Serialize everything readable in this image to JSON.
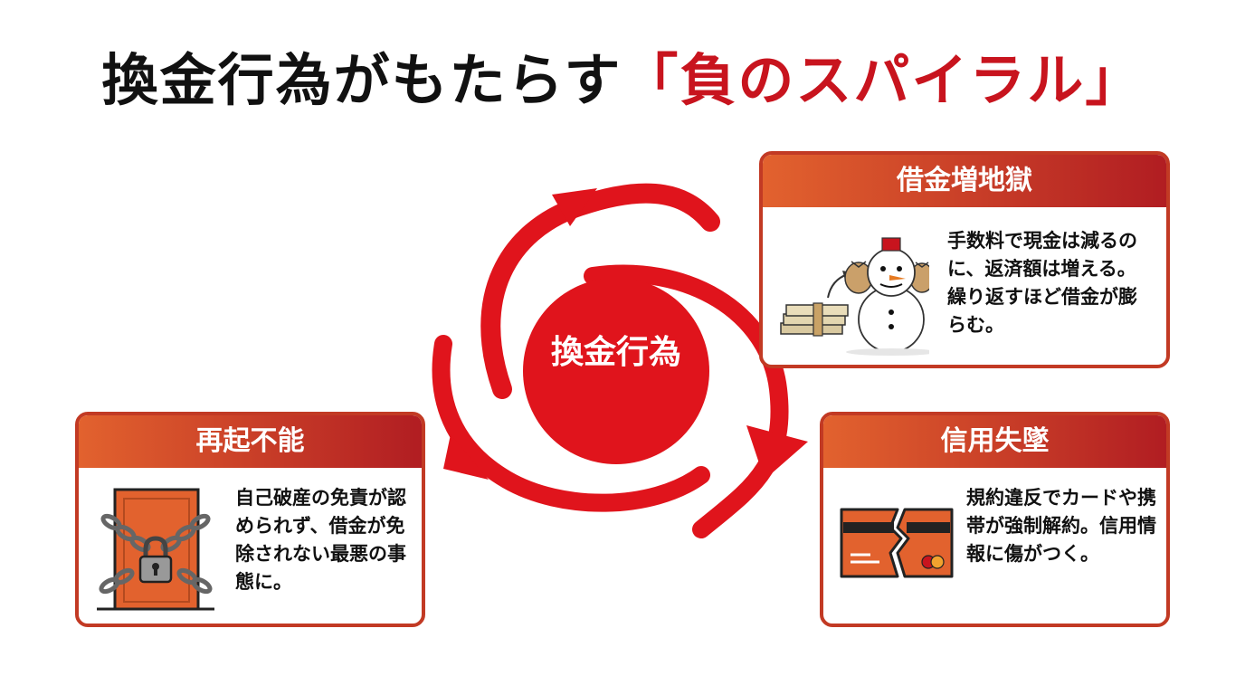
{
  "title": {
    "main": "換金行為がもたらす",
    "highlight": "「負のスパイラル」"
  },
  "center": {
    "label": "換金行為"
  },
  "cards": {
    "debt": {
      "heading": "借金増地獄",
      "text": "手数料で現金は減るのに、返済額は増える。繰り返すほど借金が膨らむ。",
      "icon": "snowball-debt-icon"
    },
    "credit": {
      "heading": "信用失墜",
      "text": "規約違反でカードや携帯が強制解約。信用情報に傷がつく。",
      "icon": "broken-credit-card-icon"
    },
    "ruin": {
      "heading": "再起不能",
      "text": "自己破産の免責が認められず、借金が免除されない最悪の事態に。",
      "icon": "chained-door-icon"
    }
  },
  "colors": {
    "accent_red": "#c8141e",
    "header_gradient_start": "#e2622e",
    "header_gradient_end": "#b11d22",
    "card_border": "#c23a24"
  }
}
